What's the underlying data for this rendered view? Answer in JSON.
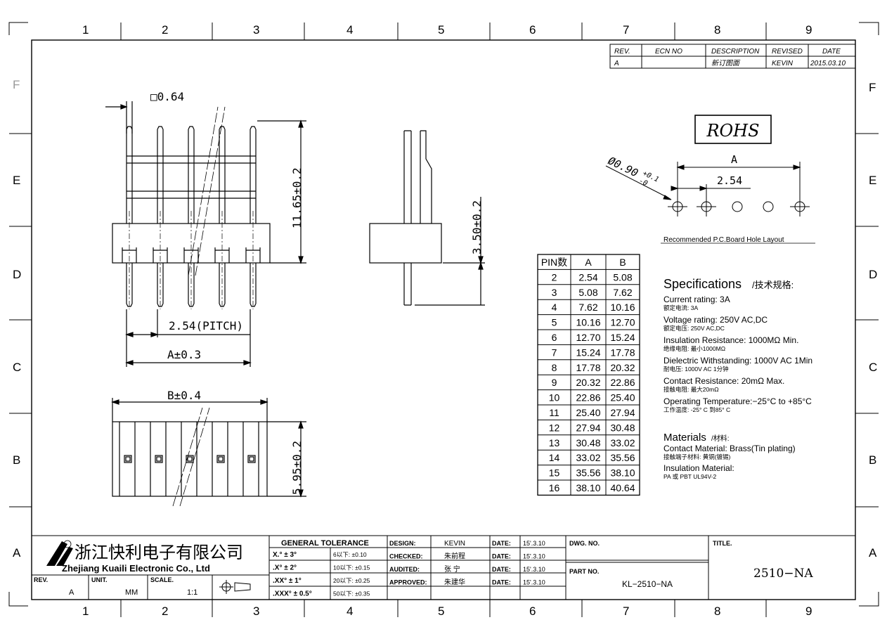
{
  "frame": {
    "columns": [
      "1",
      "2",
      "3",
      "4",
      "5",
      "6",
      "7",
      "8",
      "9"
    ],
    "rows": [
      "F",
      "E",
      "D",
      "C",
      "B",
      "A"
    ]
  },
  "revision_table": {
    "headers": [
      "REV.",
      "ECN NO",
      "DESCRIPTION",
      "REVISED",
      "DATE"
    ],
    "row": [
      "A",
      "",
      "新订图面",
      "KEVIN",
      "2015.03.10"
    ]
  },
  "front_view": {
    "pin_size": "□0.64",
    "height": "11.65±0.2",
    "pitch": "2.54(PITCH)",
    "dim_a": "A±0.3"
  },
  "side_view": {
    "height": "3.50±0.2"
  },
  "bottom_view": {
    "dim_b": "B±0.4",
    "height": "5.95±0.2"
  },
  "rohs": "ROHS",
  "hole_layout": {
    "dim_a": "A",
    "pitch": "2.54",
    "hole_dia": "Ø0.90",
    "tol_plus": "+0.1",
    "tol_minus": "-0",
    "caption": "Recommended P.C.Board Hole Layout"
  },
  "pin_table": {
    "headers": [
      "PIN数",
      "A",
      "B"
    ],
    "rows": [
      [
        "2",
        "2.54",
        "5.08"
      ],
      [
        "3",
        "5.08",
        "7.62"
      ],
      [
        "4",
        "7.62",
        "10.16"
      ],
      [
        "5",
        "10.16",
        "12.70"
      ],
      [
        "6",
        "12.70",
        "15.24"
      ],
      [
        "7",
        "15.24",
        "17.78"
      ],
      [
        "8",
        "17.78",
        "20.32"
      ],
      [
        "9",
        "20.32",
        "22.86"
      ],
      [
        "10",
        "22.86",
        "25.40"
      ],
      [
        "11",
        "25.40",
        "27.94"
      ],
      [
        "12",
        "27.94",
        "30.48"
      ],
      [
        "13",
        "30.48",
        "33.02"
      ],
      [
        "14",
        "33.02",
        "35.56"
      ],
      [
        "15",
        "35.56",
        "38.10"
      ],
      [
        "16",
        "38.10",
        "40.64"
      ]
    ]
  },
  "specifications": {
    "title": "Specifications",
    "title_cn": "/技术规格:",
    "items": [
      {
        "en": "Current  rating:  3A",
        "cn": "额定电流: 3A"
      },
      {
        "en": "Voltage  rating:  250V  AC,DC",
        "cn": "额定电压: 250V AC,DC"
      },
      {
        "en": "Insulation  Resistance:  1000MΩ  Min.",
        "cn": "绝缘电阻: 最小1000MΩ"
      },
      {
        "en": "Dielectric  Withstanding:  1000V  AC    1Min",
        "cn": "耐电压: 1000V AC  1分钟"
      },
      {
        "en": "Contact  Resistance:    20mΩ  Max.",
        "cn": "接触电阻: 最大20mΩ"
      },
      {
        "en": "Operating  Temperature:−25°C  to  +85°C",
        "cn": "工作温度: -25° C 到85° C"
      }
    ],
    "materials_title": "Materials",
    "materials_title_cn": "/材料:",
    "materials": [
      {
        "en": "Contact  Material:  Brass(Tin  plating)",
        "cn": "接触端子材料: 黄铜(镀锡)"
      },
      {
        "en": "Insulation  Material:",
        "cn": "PA 或 PBT UL94V-2"
      }
    ]
  },
  "title_block": {
    "company_cn": "浙江快利电子有限公司",
    "company_en": "Zhejiang  Kuaili  Electronic  Co.,  Ltd",
    "rev_label": "REV.",
    "rev_value": "A",
    "unit_label": "UNIT.",
    "unit_value": "MM",
    "scale_label": "SCALE.",
    "scale_value": "1:1",
    "tolerance_title": "GENERAL  TOLERANCE",
    "tolerances": [
      [
        "X.° ± 3°",
        "6以下: ±0.10"
      ],
      [
        ".X° ± 2°",
        "10以下: ±0.15"
      ],
      [
        ".XX° ± 1°",
        "20以下: ±0.25"
      ],
      [
        ".XXX° ± 0.5°",
        "50以下: ±0.35"
      ]
    ],
    "people": [
      [
        "DESIGN:",
        "KEVIN"
      ],
      [
        "CHECKED:",
        "朱前程"
      ],
      [
        "AUDITED:",
        "张  宁"
      ],
      [
        "APPROVED:",
        "朱建华"
      ]
    ],
    "date_label": "DATE:",
    "dates": [
      "15'.3.10",
      "15'.3.10",
      "15'.3.10",
      "15'.3.10"
    ],
    "dwg_no_label": "DWG. NO.",
    "part_no_label": "PART NO.",
    "part_no": "KL−2510−NA",
    "title_label": "TITLE.",
    "title": "2510−NA"
  }
}
